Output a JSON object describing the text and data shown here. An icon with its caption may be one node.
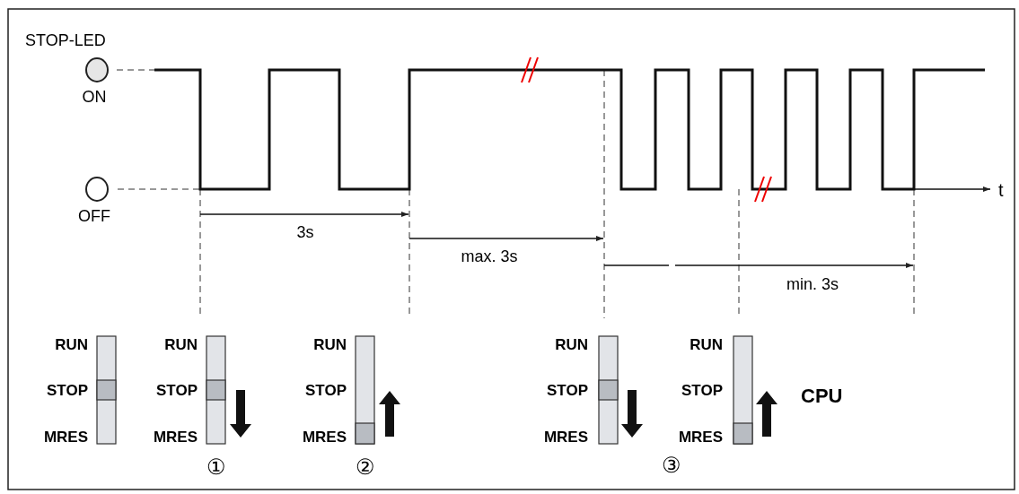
{
  "diagram": {
    "labels": [
      "STOP-LED",
      "ON",
      "OFF",
      "t",
      "3s",
      "max. 3s",
      "min. 3s",
      "RUN",
      "RUN",
      "RUN",
      "RUN",
      "RUN",
      "STOP",
      "STOP",
      "STOP",
      "STOP",
      "STOP",
      "CPU",
      "MRES",
      "MRES",
      "MRES",
      "MRES",
      "MRES",
      "①",
      "②",
      "③"
    ]
  }
}
